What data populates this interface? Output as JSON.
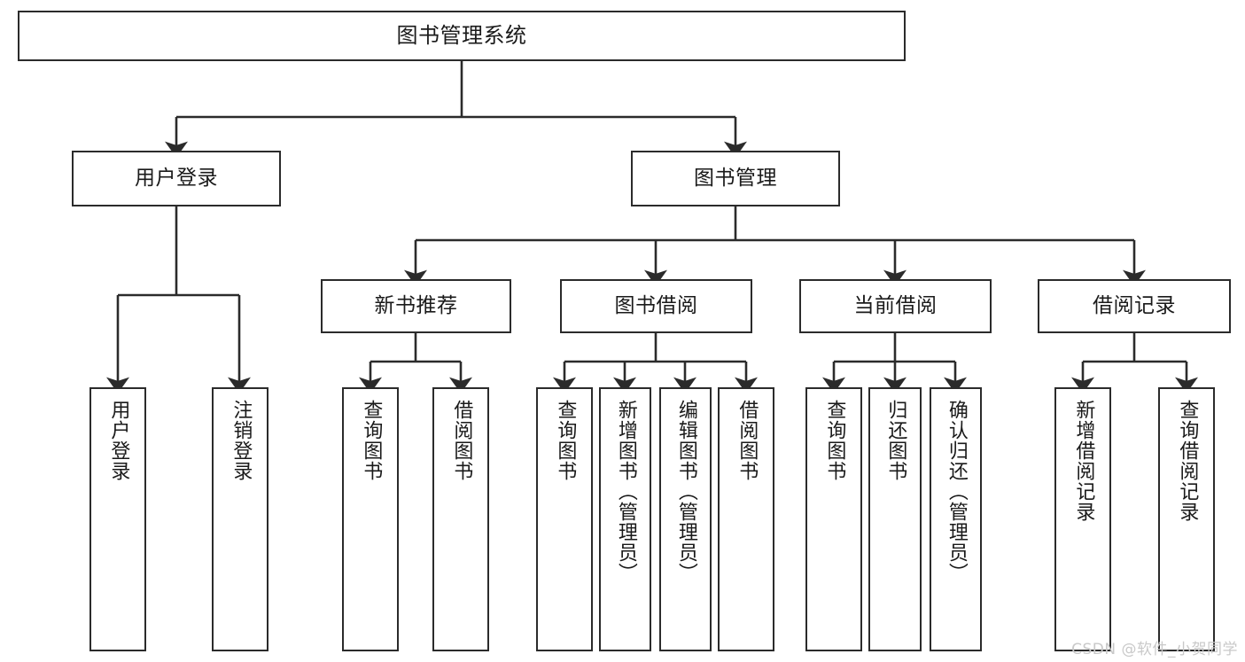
{
  "diagram": {
    "title": "图书管理系统",
    "type": "tree-hierarchy",
    "watermark": "CSDN @软件_小贺同学",
    "colors": {
      "box_border": "#2b2b2b",
      "box_fill": "#ffffff",
      "edge": "#2b2b2b",
      "text": "#1a1a1a",
      "watermark": "#c9c9c9",
      "background": "#ffffff"
    },
    "root": {
      "label": "图书管理系统"
    },
    "level2": [
      {
        "id": "user-login",
        "label": "用户登录"
      },
      {
        "id": "book-manage",
        "label": "图书管理"
      }
    ],
    "level3": [
      {
        "id": "new-book-recommend",
        "label": "新书推荐",
        "parent": "book-manage"
      },
      {
        "id": "book-borrow",
        "label": "图书借阅",
        "parent": "book-manage"
      },
      {
        "id": "current-borrow",
        "label": "当前借阅",
        "parent": "book-manage"
      },
      {
        "id": "borrow-record",
        "label": "借阅记录",
        "parent": "book-manage"
      }
    ],
    "leaves": [
      {
        "id": "leaf-user-login",
        "label": "用户登录",
        "parent": "user-login"
      },
      {
        "id": "leaf-logout-login",
        "label": "注销登录",
        "parent": "user-login"
      },
      {
        "id": "leaf-query-book-1",
        "label": "查询图书",
        "parent": "new-book-recommend"
      },
      {
        "id": "leaf-borrow-book-1",
        "label": "借阅图书",
        "parent": "new-book-recommend"
      },
      {
        "id": "leaf-query-book-2",
        "label": "查询图书",
        "parent": "book-borrow"
      },
      {
        "id": "leaf-add-book",
        "label": "新增图书（管理员）",
        "parent": "book-borrow"
      },
      {
        "id": "leaf-edit-book",
        "label": "编辑图书（管理员）",
        "parent": "book-borrow"
      },
      {
        "id": "leaf-borrow-book-2",
        "label": "借阅图书",
        "parent": "book-borrow"
      },
      {
        "id": "leaf-query-book-3",
        "label": "查询图书",
        "parent": "current-borrow"
      },
      {
        "id": "leaf-return-book",
        "label": "归还图书",
        "parent": "current-borrow"
      },
      {
        "id": "leaf-confirm-return",
        "label": "确认归还（管理员）",
        "parent": "current-borrow"
      },
      {
        "id": "leaf-add-record",
        "label": "新增借阅记录",
        "parent": "borrow-record"
      },
      {
        "id": "leaf-query-record",
        "label": "查询借阅记录",
        "parent": "borrow-record"
      }
    ]
  }
}
